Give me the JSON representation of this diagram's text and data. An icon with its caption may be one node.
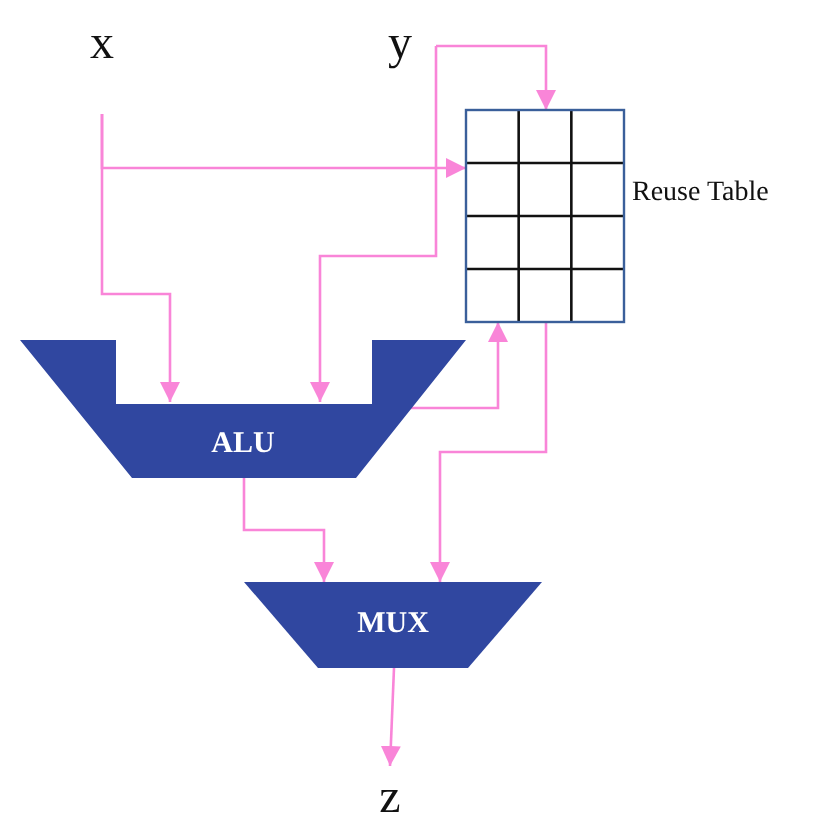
{
  "diagram": {
    "nodes": [
      {
        "text": [
          "x"
        ]
      },
      {
        "text": [
          "y"
        ]
      },
      {
        "text": [
          "Reuse Table"
        ]
      },
      {
        "text": [
          "ALU"
        ]
      },
      {
        "text": [
          "MUX"
        ]
      },
      {
        "text": [
          "z"
        ]
      }
    ],
    "edges": [
      {
        "from": 0,
        "to": 3,
        "arrow": "to"
      },
      {
        "from": 0,
        "to": 2,
        "arrow": "to"
      },
      {
        "from": 1,
        "to": 2,
        "arrow": "to"
      },
      {
        "from": 1,
        "to": 3,
        "arrow": "to"
      },
      {
        "from": 3,
        "to": 2,
        "arrow": "to"
      },
      {
        "from": 2,
        "to": 4,
        "arrow": "to"
      },
      {
        "from": 3,
        "to": 4,
        "arrow": "to"
      },
      {
        "from": 4,
        "to": 5,
        "arrow": "to"
      }
    ]
  }
}
